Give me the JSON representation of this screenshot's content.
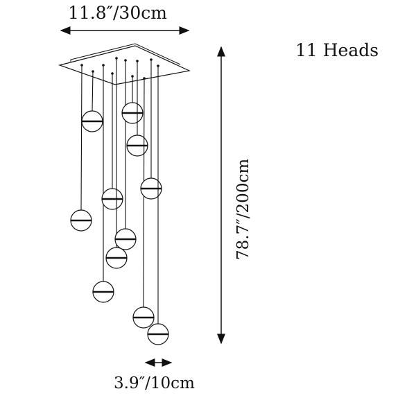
{
  "title": "11 Heads",
  "dimensions": {
    "width": "11.8″/30cm",
    "height": "78.7″/200cm",
    "ball_diameter": "3.9″/10cm"
  },
  "head_count": 11,
  "colors": {
    "line": "#111111",
    "background": "#ffffff"
  }
}
